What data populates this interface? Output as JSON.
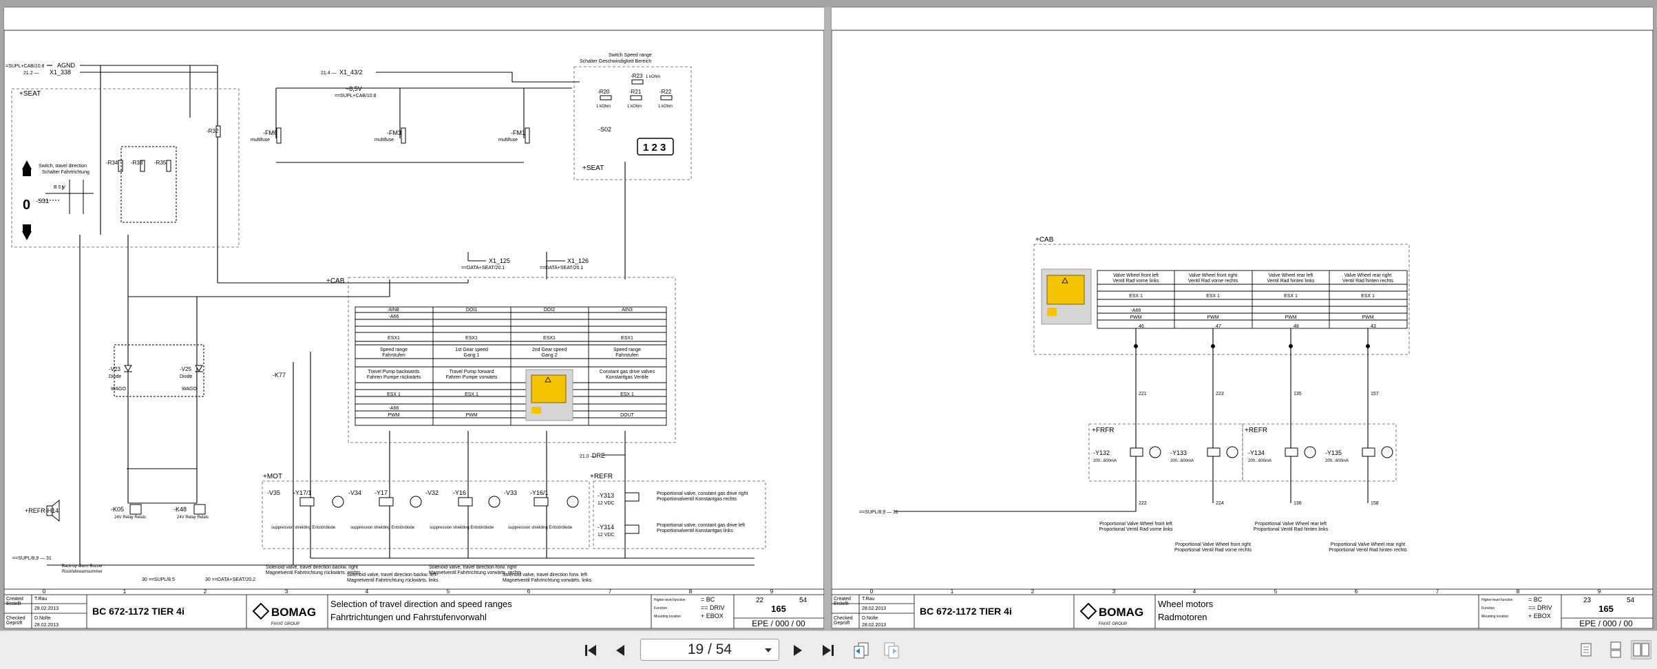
{
  "viewer": {
    "page_indicator": "19 / 54",
    "nav": {
      "first": "first-page",
      "prev": "previous-page",
      "next": "next-page",
      "last": "last-page",
      "back": "back-view",
      "forward": "forward-view"
    },
    "view_modes": [
      "single-page",
      "continuous",
      "facing-pages"
    ]
  },
  "columns": [
    "0",
    "1",
    "2",
    "3",
    "4",
    "5",
    "6",
    "7",
    "8",
    "9"
  ],
  "left_page": {
    "model": "BC 672-1172 TIER 4i",
    "title_en": "Selection of travel direction and speed ranges",
    "title_de": "Fahrtrichtungen und Fahrstufenvorwahl",
    "created_label": "Created",
    "created_label_de": "Erstellt",
    "created_by": "T.Rau",
    "created_date": "28.02.2013",
    "checked_label": "Checked",
    "checked_label_de": "Geprüft",
    "checked_by": "D.Nolte",
    "checked_date": "28.02.2013",
    "page_no": "22",
    "page_of": "54",
    "sheet": "165",
    "epe": "EPE / 000 / 00",
    "codes": [
      "= BC",
      "== DRIV",
      "+ EBOX"
    ],
    "code_labels": [
      "Higher-level function",
      "Function",
      "Mounting location"
    ],
    "labels": {
      "agnd": "AGND",
      "agnd_ref": "=SUPL+CAB/10.8",
      "x1_338": "X1_338",
      "x1_338_ref": "21.2 —",
      "x1_43_2": "X1_43/2",
      "x1_43_2_ref": "21.4 —",
      "n8_5v": "~8,5V",
      "n8_5v_ref": "==SUPL+CAB/10.8",
      "switch_speed_en": "Switch Speed range",
      "switch_speed_de": "Schalter Geschwindigkeit Bereich",
      "seat": "+SEAT",
      "seat2": "+SEAT",
      "cab": "+CAB",
      "mot": "+MOT",
      "refr": "+REFR",
      "refr_h14": "+REFR-H14",
      "dre": "DRE",
      "dre_ref": "21.0 —",
      "x1_125": "X1_125",
      "x1_125_ref": "==DATA+SEAT/20.1",
      "x1_126": "X1_126",
      "x1_126_ref": "==DATA+SEAT/20.1",
      "s31": "-S31",
      "s31_en": "Switch, travel direction",
      "s31_de": "Schalter Fahrtrichtung",
      "s02": "-S02",
      "fm6": "-FM6",
      "fm3": "-FM3",
      "fm1": "-FM1",
      "multifuse": "multifuse",
      "r32": "-R32",
      "r34": "-R34",
      "r33": "-R33",
      "r35": "-R35",
      "r20": "-R20",
      "r21": "-R21",
      "r22": "-R22",
      "r23": "-R23",
      "kohm": "1 kOhm",
      "v23": "-V23",
      "v25": "-V25",
      "diode": "Diode",
      "wago": "WAGO",
      "k77": "-K77",
      "k05": "-K05",
      "k48": "-K48",
      "relay": "24V Relay Relais",
      "v35": "-V35",
      "y17_1": "-Y17/1",
      "v34": "-V34",
      "y17": "-Y17",
      "v32": "-V32",
      "y16": "-Y16",
      "v33": "-V33",
      "y16_1": "-Y16/1",
      "suppression": "suppression shielding Entstördiode",
      "y313": "-Y313",
      "y314": "-Y314",
      "vdc12": "12 VDC",
      "y313_en": "Proportional valve, constant gas drive right",
      "y313_de": "Proportionalventil Konstantgas rechts",
      "y314_en": "Proportional valve, constant gas drive left",
      "y314_de": "Proportionalventil Konstantgas links",
      "supl_31": "==SUPL/8.9 — 31",
      "buzzer_en": "Back-up alarm Buzzer",
      "buzzer_de": "Rückfahrwarnsummer",
      "ref_30_supl": "30 ==SUPL/8.5",
      "ref_30_data": "30 ==DATA+SEAT/20.2",
      "sol_back_en": "Solenoid valve, travel direction backw. right",
      "sol_back_de": "Magnetventil Fahrtrichtung rückwärts. rechts",
      "sol_back_en2": "Solenoid valve, travel direction backw. left",
      "sol_back_de2": "Magnetventil Fahrtrichtung rückwärts. links",
      "sol_fwd_en": "Solenoid valve, travel direction forw. right",
      "sol_fwd_de": "Magnetventil Fahrtrichtung vorwärts. rechts",
      "sol_fwd_en2": "Solenoid valve, travel direction forw. left",
      "sol_fwd_de2": "Magnetventil Fahrtrichtung vorwärts. links",
      "ctrl_cols": [
        {
          "pin": "AIN8",
          "name_en": "Speed range",
          "name_de": "Fahrstufen",
          "type": "ESX1"
        },
        {
          "pin": "DOI1",
          "name_en": "1st Gear speed",
          "name_de": "Gang 1",
          "type": "ESX1"
        },
        {
          "pin": "DOI2",
          "name_en": "2nd Gear speed",
          "name_de": "Gang 2",
          "type": "ESX1"
        },
        {
          "pin": "AIN3",
          "name_en": "Speed range",
          "name_de": "Fahrstufen",
          "type": "ESX1"
        }
      ],
      "ctrl_cols2": [
        {
          "name_en": "Travel Pump backwards",
          "name_de": "Fahren Pumpe rückwärts",
          "type": "ESX 1",
          "sig": "PWM"
        },
        {
          "name_en": "Travel Pump forward",
          "name_de": "Fahren Pumpe vorwärts",
          "type": "ESX 1",
          "sig": "PWM"
        },
        {
          "name_en": "",
          "name_de": "",
          "type": "",
          "sig": ""
        },
        {
          "name_en": "Constant gas drive valves",
          "name_de": "Konstantgas Ventile",
          "type": "ESX 1",
          "sig": "DOUT"
        }
      ],
      "a66": "-A66"
    }
  },
  "right_page": {
    "model": "BC 672-1172 TIER 4i",
    "title_en": "Wheel motors",
    "title_de": "Radmotoren",
    "created_label": "Created",
    "created_label_de": "Erstellt",
    "created_by": "T.Rau",
    "created_date": "28.02.2013",
    "checked_label": "Checked",
    "checked_label_de": "Geprüft",
    "checked_by": "D.Nolte",
    "checked_date": "28.02.2013",
    "page_no": "23",
    "page_of": "54",
    "sheet": "165",
    "epe": "EPE / 000 / 00",
    "codes": [
      "= BC",
      "== DRIV",
      "+ EBOX"
    ],
    "code_labels": [
      "Higher-level function",
      "Function",
      "Mounting location"
    ],
    "cab": "+CAB",
    "frfr": "+FRFR",
    "refr": "+REFR",
    "a66": "-A66",
    "supl_31": "==SUPL/8.9 — 31",
    "valves": [
      {
        "name_en": "Valve Wheel front left",
        "name_de": "Ventil Rad vorne links",
        "type": "ESX 1",
        "sig": "PWM",
        "x0": "46",
        "tag": "-Y132",
        "range": "200...600mA",
        "x1a": "221",
        "x1b": "222",
        "desc_en": "Proportional Valve Wheel front left",
        "desc_de": "Proportional Ventil Rad vorne links"
      },
      {
        "name_en": "Valve Wheel front right",
        "name_de": "Ventil Rad vorne rechts",
        "type": "ESX 1",
        "sig": "PWM",
        "x0": "47",
        "tag": "-Y133",
        "range": "200...600mA",
        "x1a": "223",
        "x1b": "224",
        "desc_en": "Proportional Valve Wheel front right",
        "desc_de": "Proportional Ventil Rad vorne rechts"
      },
      {
        "name_en": "Valve Wheel rear left",
        "name_de": "Ventil Rad hinten links",
        "type": "ESX 1",
        "sig": "PWM",
        "x0": "48",
        "tag": "-Y134",
        "range": "200...600mA",
        "x1a": "135",
        "x1b": "136",
        "desc_en": "Proportional Valve Wheel rear left",
        "desc_de": "Proportional Ventil Rad hinten links"
      },
      {
        "name_en": "Valve Wheel rear right",
        "name_de": "Ventil Rad hinten rechts",
        "type": "ESX 1",
        "sig": "PWM",
        "x0": "43",
        "tag": "-Y135",
        "range": "200...600mA",
        "x1a": "157",
        "x1b": "158",
        "desc_en": "Proportional Valve Wheel rear right",
        "desc_de": "Proportional Ventil Rad hinten rechts"
      }
    ]
  },
  "colors": {
    "ecu_yellow": "#f5c400",
    "ecu_face": "#d6d6d6",
    "line": "#000000",
    "bg_gray": "#a7a7a7"
  },
  "brand": "BOMAG",
  "brand_sub": "FAYAT GROUP"
}
